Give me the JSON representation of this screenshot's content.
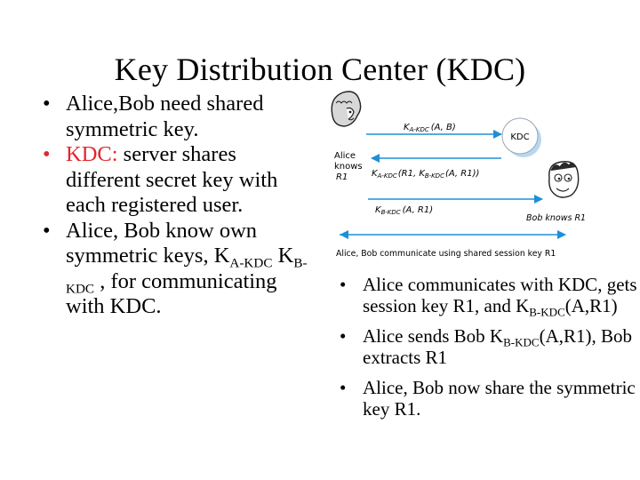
{
  "title": "Key Distribution Center (KDC)",
  "bullet_glyph": "•",
  "left_bullets": [
    {
      "text": "Alice,Bob need shared symmetric key."
    },
    {
      "highlight": "KDC:",
      "text": " server shares different secret key with each registered user."
    },
    {
      "text_before": "Alice, Bob know own symmetric keys, K",
      "sub1": "A-KDC",
      "mid": " K",
      "sub2": "B-KDC",
      "text_after": " , for communicating with KDC."
    }
  ],
  "right_bullets": [
    {
      "text_before": "Alice communicates with KDC, gets session key R1, and K",
      "sub": "B-KDC",
      "text_after": "(A,R1)"
    },
    {
      "text_before": "Alice sends Bob K",
      "sub": "B-KDC",
      "text_after": "(A,R1), Bob extracts R1"
    },
    {
      "text": "Alice, Bob now share the symmetric key R1."
    }
  ],
  "diagram": {
    "kdc_label": "KDC",
    "msg1": "K A-KDC (A, B)",
    "msg1_k": "K",
    "msg1_sub": "A-KDC",
    "msg1_args": "(A, B)",
    "msg2_k1": "K",
    "msg2_sub1": "A-KDC",
    "msg2_mid": "(R1, K",
    "msg2_sub2": "B-KDC",
    "msg2_end": "(A, R1))",
    "msg3_k": "K",
    "msg3_sub": "B-KDC",
    "msg3_args": "(A, R1)",
    "alice_knows": [
      "Alice",
      "knows",
      "R1"
    ],
    "bob_knows": "Bob knows R1",
    "caption": "Alice, Bob communicate using shared session key R1",
    "arrow_color": "#1e8fd8",
    "kdc_shadow_color": "#b9d7ef"
  }
}
